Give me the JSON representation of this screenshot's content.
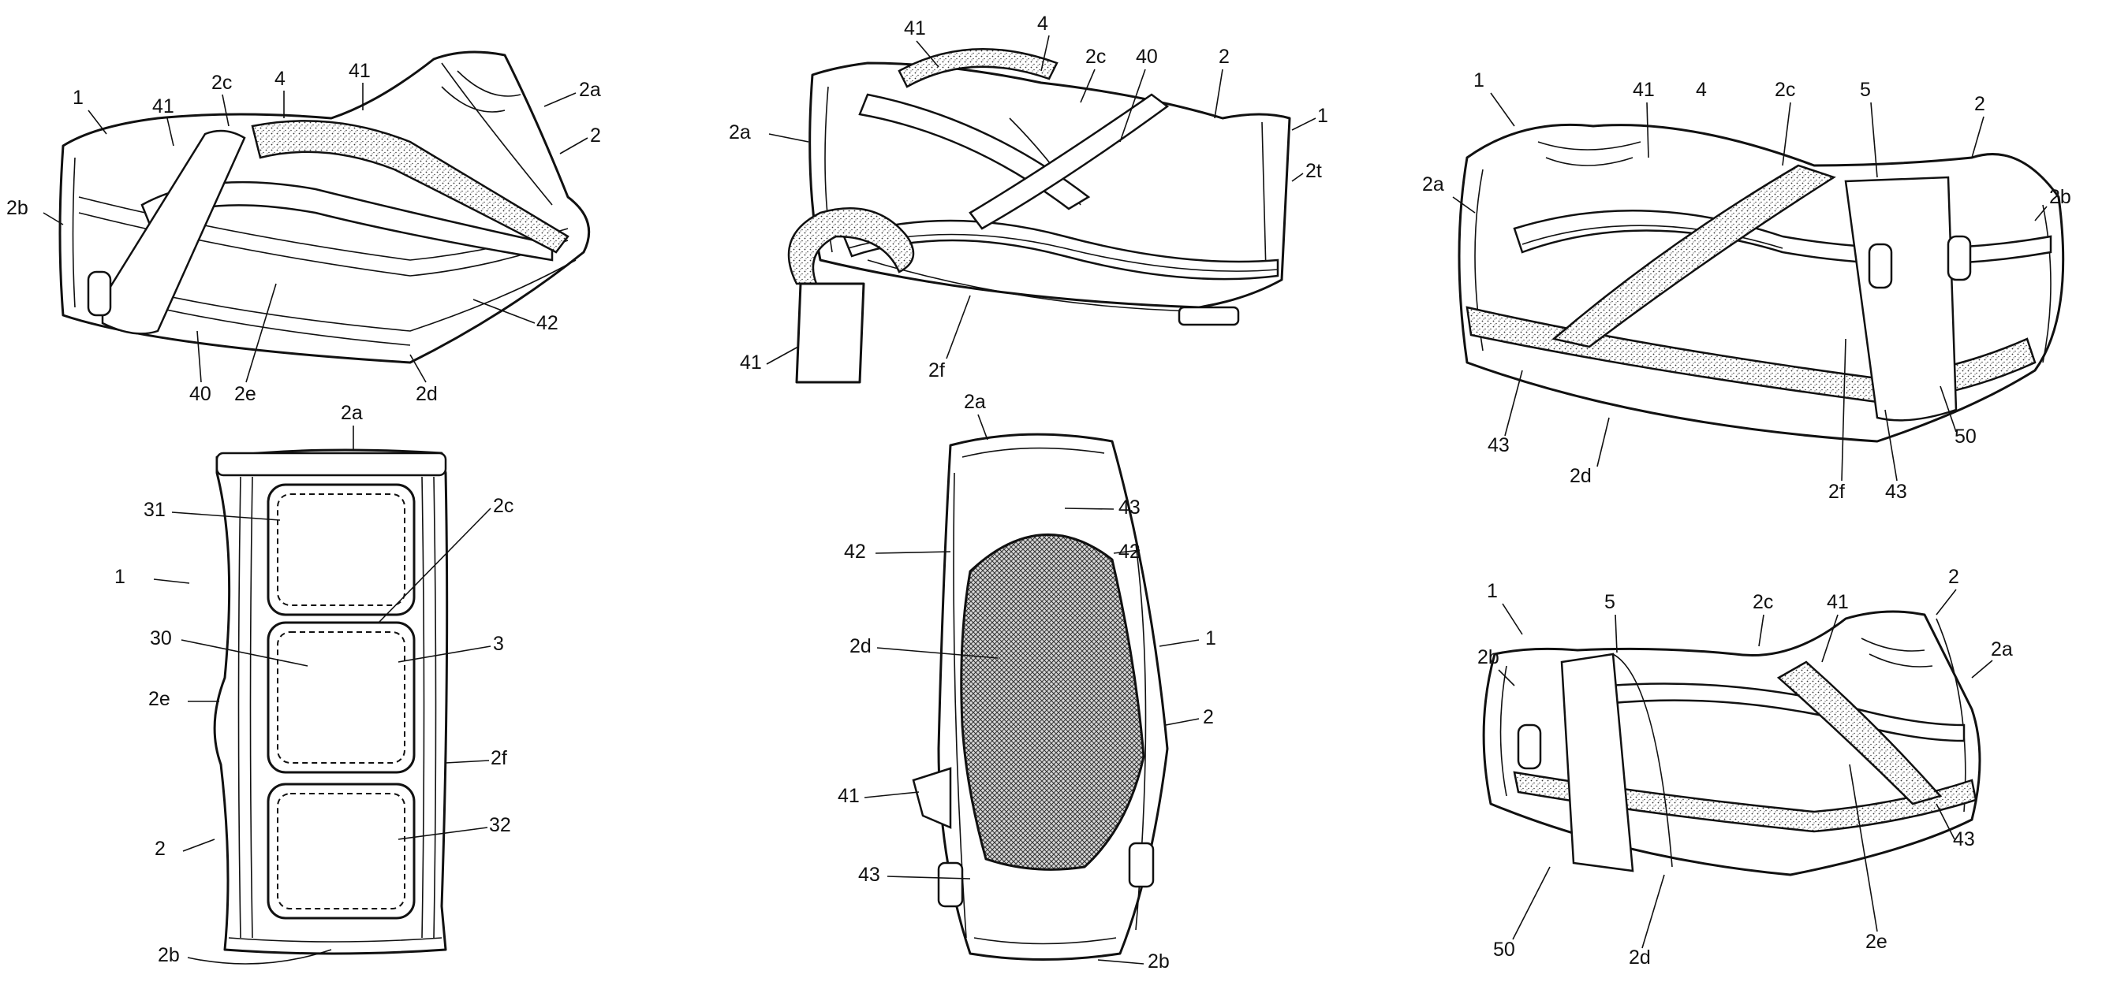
{
  "figures": [
    {
      "id": "fig1",
      "labels": [
        "1",
        "41",
        "2c",
        "4",
        "41",
        "2a",
        "2",
        "2b",
        "40",
        "2e",
        "2d",
        "42"
      ]
    },
    {
      "id": "fig2",
      "labels": [
        "41",
        "4",
        "2c",
        "40",
        "2",
        "1",
        "2a",
        "2t",
        "41",
        "2f"
      ]
    },
    {
      "id": "fig3",
      "labels": [
        "1",
        "41",
        "4",
        "2c",
        "5",
        "2",
        "2a",
        "2b",
        "43",
        "2d",
        "2f",
        "43",
        "50"
      ]
    },
    {
      "id": "fig4",
      "labels": [
        "2a",
        "31",
        "2c",
        "1",
        "30",
        "3",
        "2e",
        "2f",
        "32",
        "2",
        "2b"
      ]
    },
    {
      "id": "fig5",
      "labels": [
        "2a",
        "43",
        "42",
        "42",
        "2d",
        "1",
        "2",
        "41",
        "43",
        "2b"
      ]
    },
    {
      "id": "fig6",
      "labels": [
        "2",
        "1",
        "5",
        "2c",
        "41",
        "2a",
        "2b",
        "43",
        "50",
        "2d",
        "2e"
      ]
    }
  ]
}
